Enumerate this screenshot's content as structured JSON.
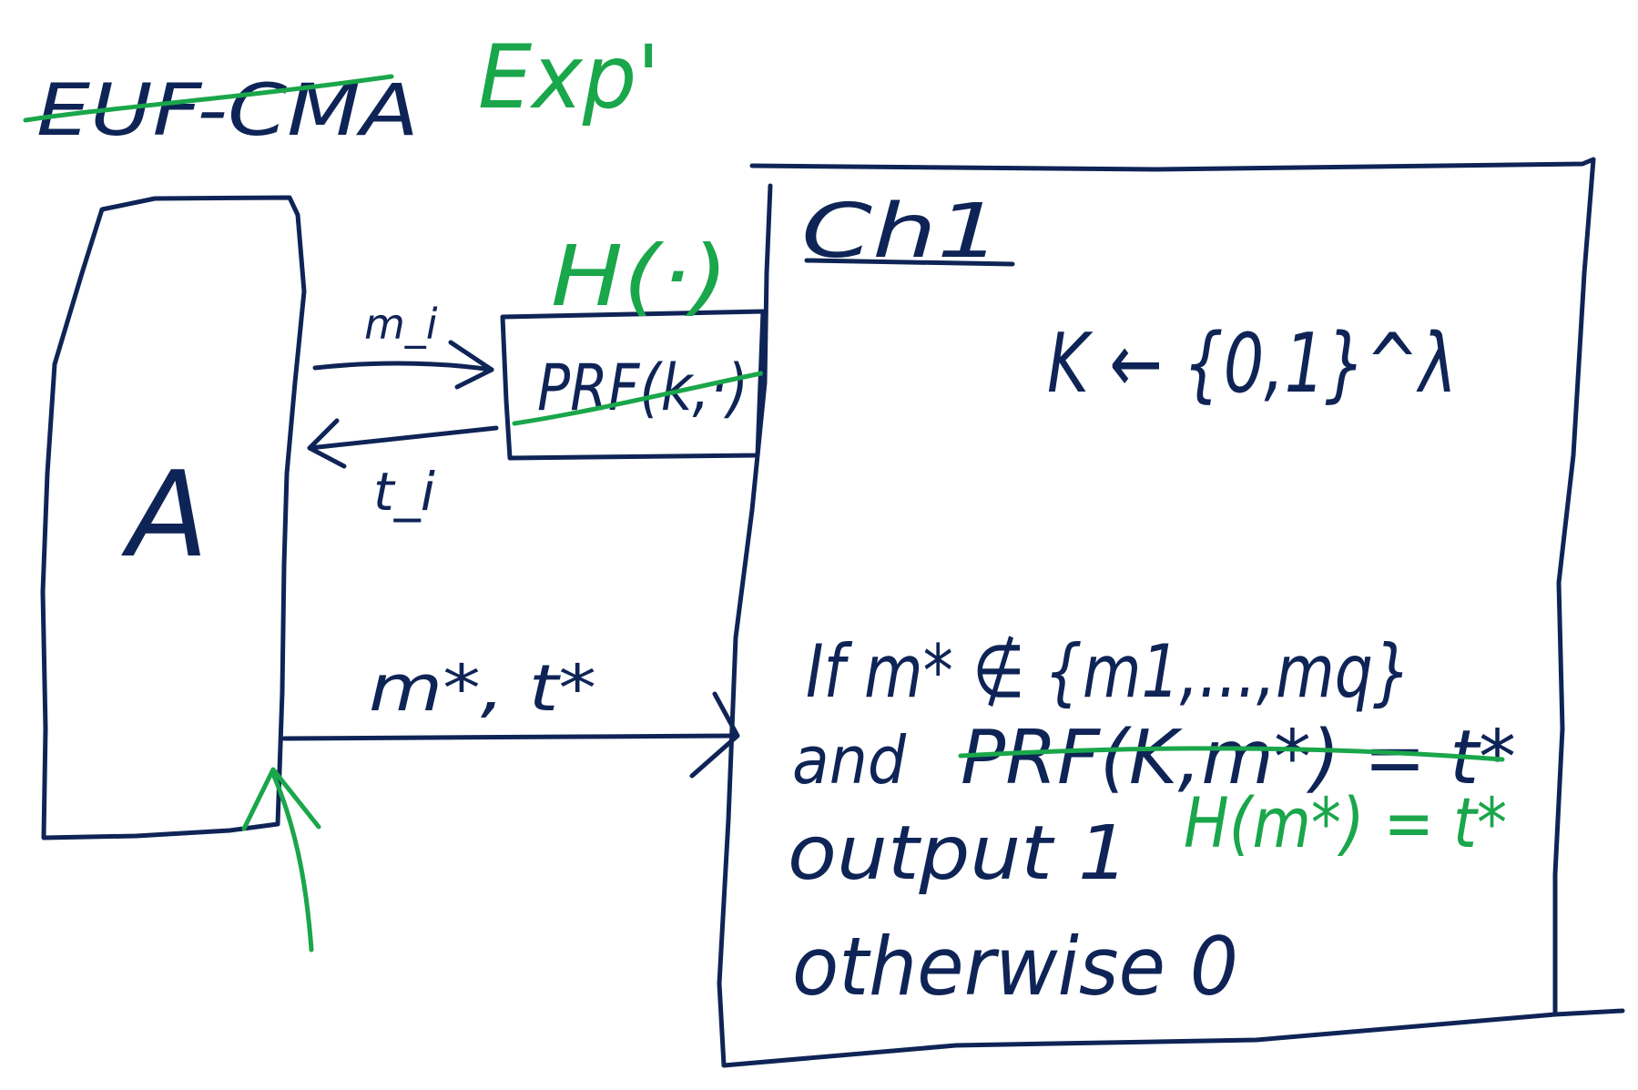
{
  "title": {
    "crossed_out": "EUF-CMA",
    "replacement": "Exp'"
  },
  "adversary": {
    "symbol": "A"
  },
  "oracle": {
    "crossed_out": "PRF(k,·)",
    "replacement": "H(·)"
  },
  "arrows": {
    "query": "m_i",
    "response": "t_i",
    "forgery": "m*, t*"
  },
  "challenger": {
    "label": "Ch1",
    "keygen": "K ← {0,1}^λ",
    "condition_line1": "If m* ∉ {m1,...,mq}",
    "condition_and": "and",
    "condition_crossed": "PRF(K,m*) = t*",
    "condition_replacement": "H(m*) = t*",
    "output": "output 1",
    "otherwise": "otherwise 0"
  },
  "colors": {
    "ink_navy": "#0f2456",
    "ink_green": "#1aa64a",
    "background": "#ffffff"
  }
}
